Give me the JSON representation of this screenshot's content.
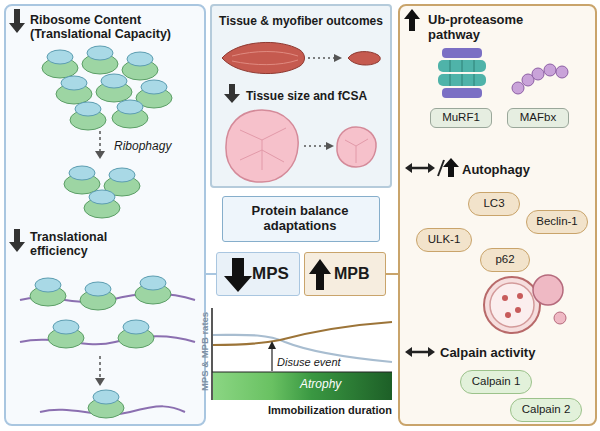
{
  "diagram": {
    "nodes": [
      {
        "text": [
          "Ribosome Content (Translational Capacity)",
          "Ribophagy",
          "Translational efficiency"
        ]
      },
      {
        "text": [
          "Tissue & myofiber outcomes",
          "Tissue size and fCSA"
        ]
      },
      {
        "text": [
          "Protein balance adaptations"
        ]
      },
      {
        "text": [
          "MPS"
        ]
      },
      {
        "text": [
          "MPB"
        ]
      },
      {
        "text": [
          "Ub-proteasome pathway",
          "Autophagy",
          "Calpain activity"
        ]
      },
      {
        "text": [
          "MuRF1"
        ],
        "in": 5
      },
      {
        "text": [
          "MAFbx"
        ],
        "in": 5
      },
      {
        "text": [
          "LC3"
        ],
        "in": 5
      },
      {
        "text": [
          "Beclin-1"
        ],
        "in": 5
      },
      {
        "text": [
          "ULK-1"
        ],
        "in": 5
      },
      {
        "text": [
          "p62"
        ],
        "in": 5
      },
      {
        "text": [
          "Calpain 1"
        ],
        "in": 5
      },
      {
        "text": [
          "Calpain 2"
        ],
        "in": 5
      }
    ],
    "edges": [
      {
        "from": 0,
        "to": 3,
        "arrow": "none"
      },
      {
        "from": 4,
        "to": 5,
        "arrow": "none"
      }
    ],
    "labels": [
      "MPS & MPB rates",
      "Disuse event",
      "Atrophy",
      "Immobilization duration"
    ]
  }
}
